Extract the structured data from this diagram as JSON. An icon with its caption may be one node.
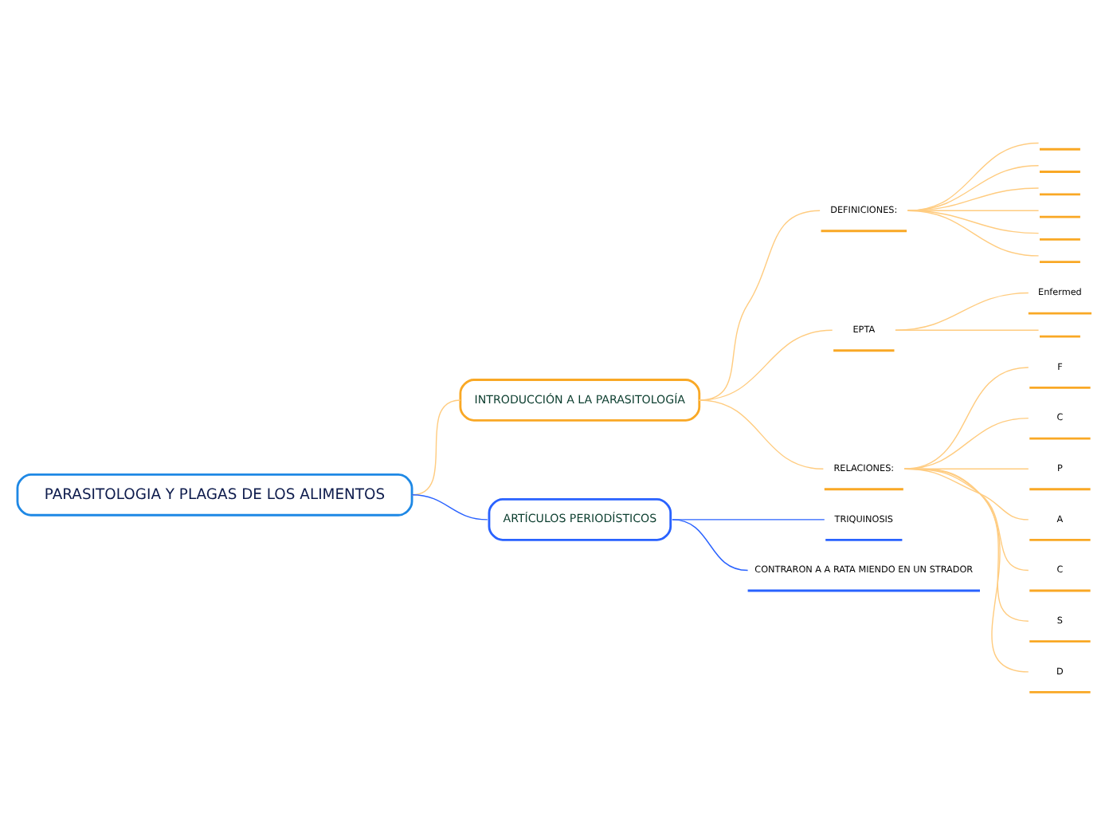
{
  "diagram": {
    "nodes": [
      {
        "text": [
          "PARASITOLOGIA Y PLAGAS DE LOS ALIMENTOS"
        ]
      },
      {
        "text": [
          "INTRODUCCIÓN A LA PARASITOLOGÍA"
        ]
      },
      {
        "text": [
          "DEFINICIONES:"
        ]
      },
      {
        "text": [],
        "shape": "line"
      },
      {
        "text": [],
        "shape": "line"
      },
      {
        "text": [],
        "shape": "line"
      },
      {
        "text": [],
        "shape": "line"
      },
      {
        "text": [],
        "shape": "line"
      },
      {
        "text": [],
        "shape": "line"
      },
      {
        "text": [
          "EPTA"
        ]
      },
      {
        "text": [
          "Enfermed"
        ]
      },
      {
        "text": [],
        "shape": "line"
      },
      {
        "text": [
          "RELACIONES:"
        ]
      },
      {
        "text": [
          "F"
        ]
      },
      {
        "text": [
          "C"
        ]
      },
      {
        "text": [
          "P"
        ]
      },
      {
        "text": [
          "A"
        ]
      },
      {
        "text": [
          "C"
        ]
      },
      {
        "text": [
          "S"
        ]
      },
      {
        "text": [
          "D"
        ]
      },
      {
        "text": [
          "ARTÍCULOS PERIODÍSTICOS"
        ]
      },
      {
        "text": [
          "TRIQUINOSIS"
        ]
      },
      {
        "text": [
          "CONTRARON A A RATA MIENDO EN UN STRADOR"
        ]
      }
    ],
    "edges": [
      {
        "from": 0,
        "to": 1,
        "arrow": "none"
      },
      {
        "from": 1,
        "to": 2,
        "arrow": "none"
      },
      {
        "from": 2,
        "to": 3,
        "arrow": "none"
      },
      {
        "from": 2,
        "to": 4,
        "arrow": "none"
      },
      {
        "from": 2,
        "to": 5,
        "arrow": "none"
      },
      {
        "from": 2,
        "to": 6,
        "arrow": "none"
      },
      {
        "from": 2,
        "to": 7,
        "arrow": "none"
      },
      {
        "from": 2,
        "to": 8,
        "arrow": "none"
      },
      {
        "from": 1,
        "to": 9,
        "arrow": "none"
      },
      {
        "from": 9,
        "to": 10,
        "arrow": "none"
      },
      {
        "from": 9,
        "to": 11,
        "arrow": "none"
      },
      {
        "from": 1,
        "to": 12,
        "arrow": "none"
      },
      {
        "from": 12,
        "to": 13,
        "arrow": "none"
      },
      {
        "from": 12,
        "to": 14,
        "arrow": "none"
      },
      {
        "from": 12,
        "to": 15,
        "arrow": "none"
      },
      {
        "from": 12,
        "to": 16,
        "arrow": "none"
      },
      {
        "from": 12,
        "to": 17,
        "arrow": "none"
      },
      {
        "from": 12,
        "to": 18,
        "arrow": "none"
      },
      {
        "from": 12,
        "to": 19,
        "arrow": "none"
      },
      {
        "from": 0,
        "to": 20,
        "arrow": "none",
        "color": "#2962ff"
      },
      {
        "from": 20,
        "to": 21,
        "arrow": "none",
        "color": "#2962ff"
      },
      {
        "from": 20,
        "to": 22,
        "arrow": "none",
        "color": "#2962ff"
      }
    ]
  }
}
